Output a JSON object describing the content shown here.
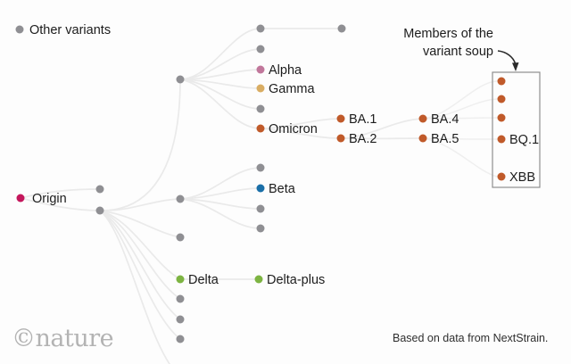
{
  "title_hint": "SARS-CoV-2 variant phylogeny",
  "colors": {
    "gray_dot": "#8f8f93",
    "origin": "#c4175c",
    "alpha": "#c1779b",
    "gamma": "#d9ad63",
    "orange": "#c05a2a",
    "beta": "#1a6fa8",
    "green": "#7db442",
    "edge": "#eaeaea",
    "box_border": "#8f8f8f",
    "text": "#1c1c1c",
    "brand": "#b3b3b3"
  },
  "legend": {
    "other_variants": "Other variants"
  },
  "nodes": {
    "origin": "Origin",
    "alpha": "Alpha",
    "gamma": "Gamma",
    "omicron": "Omicron",
    "beta": "Beta",
    "delta": "Delta",
    "delta_plus": "Delta-plus",
    "ba1": "BA.1",
    "ba2": "BA.2",
    "ba4": "BA.4",
    "ba5": "BA.5",
    "bq1": "BQ.1",
    "xbb": "XBB"
  },
  "annotation": {
    "line1": "Members of the",
    "line2": "variant soup"
  },
  "footer": {
    "credit": "Based on data from NextStrain.",
    "brand": "©nature"
  },
  "edges": [
    [
      "origin",
      "unlabeled-a"
    ],
    [
      "origin",
      "unlabeled-b"
    ],
    [
      "unlabeled-b",
      "hub-top"
    ],
    [
      "unlabeled-b",
      "hub-beta"
    ],
    [
      "unlabeled-b",
      "unlabeled-n3"
    ],
    [
      "unlabeled-b",
      "delta"
    ],
    [
      "unlabeled-b",
      "unlabeled-g1"
    ],
    [
      "unlabeled-b",
      "unlabeled-g2"
    ],
    [
      "unlabeled-b",
      "unlabeled-g3"
    ],
    [
      "hub-top",
      "unlabeled-t1"
    ],
    [
      "hub-top",
      "unlabeled-t2"
    ],
    [
      "hub-top",
      "alpha"
    ],
    [
      "hub-top",
      "gamma"
    ],
    [
      "hub-top",
      "unlabeled-t3"
    ],
    [
      "hub-top",
      "omicron"
    ],
    [
      "unlabeled-t1",
      "unlabeled-t1b"
    ],
    [
      "hub-beta",
      "unlabeled-b0"
    ],
    [
      "hub-beta",
      "beta"
    ],
    [
      "hub-beta",
      "unlabeled-b1"
    ],
    [
      "hub-beta",
      "unlabeled-b2"
    ],
    [
      "delta",
      "delta_plus"
    ],
    [
      "omicron",
      "ba1"
    ],
    [
      "omicron",
      "ba2"
    ],
    [
      "ba2",
      "ba4"
    ],
    [
      "ba2",
      "ba5"
    ],
    [
      "ba4",
      "soup-dot-1"
    ],
    [
      "ba4",
      "soup-dot-2"
    ],
    [
      "ba4",
      "soup-dot-3"
    ],
    [
      "ba5",
      "bq1"
    ],
    [
      "ba5",
      "xbb"
    ]
  ]
}
